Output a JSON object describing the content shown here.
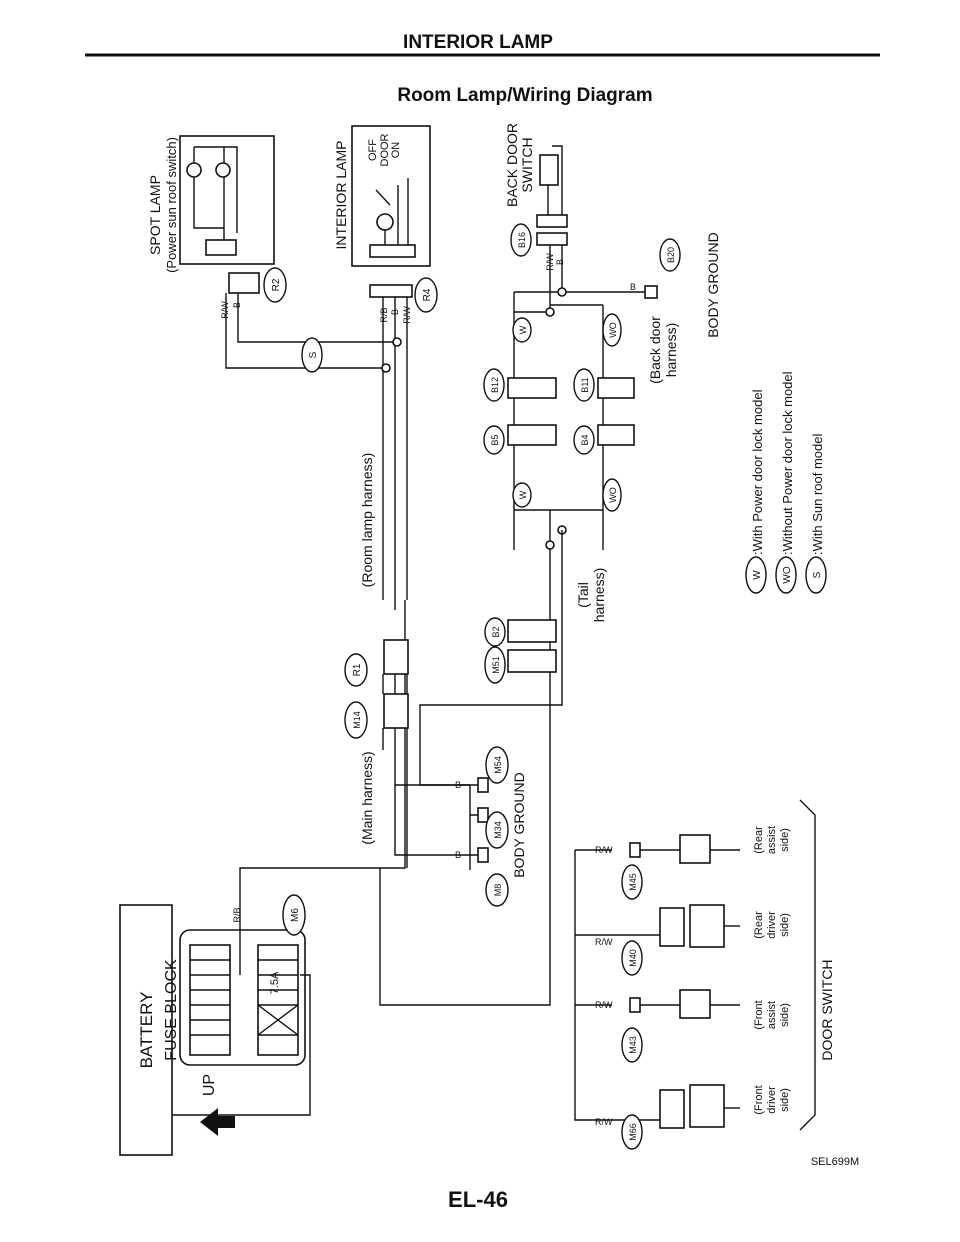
{
  "header": {
    "section_title": "INTERIOR LAMP",
    "diagram_title": "Room Lamp/Wiring Diagram"
  },
  "components": {
    "battery": "BATTERY",
    "fuse_block": "FUSE BLOCK",
    "up": "UP",
    "fuse_rating": "7.5A",
    "spot_lamp": "SPOT LAMP",
    "spot_lamp_note": "(Power sun roof switch)",
    "interior_lamp": "INTERIOR LAMP",
    "switch_positions": [
      "OFF",
      "DOOR",
      "ON"
    ],
    "back_door_switch": [
      "BACK DOOR",
      "SWITCH"
    ],
    "body_ground": "BODY GROUND",
    "door_switch": "DOOR SWITCH"
  },
  "harnesses": {
    "room_lamp": "(Room lamp harness)",
    "main": "(Main harness)",
    "back_door": [
      "(Back door",
      "harness)"
    ],
    "tail": [
      "(Tail",
      "harness)"
    ]
  },
  "connectors": {
    "M6": "M6",
    "R2": "R2",
    "R4": "R4",
    "S": "S",
    "R1": "R1",
    "M14": "M14",
    "M54": "M54",
    "M34": "M34",
    "M8": "M8",
    "B16": "B16",
    "B20": "B20",
    "B12": "B12",
    "B11": "B11",
    "B5": "B5",
    "B4": "B4",
    "W": "W",
    "WO": "WO",
    "B2": "B2",
    "M51": "M51",
    "M45": "M45",
    "M40": "M40",
    "M43": "M43",
    "M66": "M66"
  },
  "wire_colors": {
    "RW": "R/W",
    "B": "B",
    "RB": "R/B"
  },
  "door_positions": [
    [
      "(Rear",
      "assist",
      "side)"
    ],
    [
      "(Rear",
      "driver",
      "side)"
    ],
    [
      "(Front",
      "assist",
      "side)"
    ],
    [
      "(Front",
      "driver",
      "side)"
    ]
  ],
  "legend": [
    {
      "code": "W",
      "text": ":With Power door lock model"
    },
    {
      "code": "WO",
      "text": ":Without Power door lock model"
    },
    {
      "code": "S",
      "text": ":With Sun roof model"
    }
  ],
  "footer": {
    "figure_id": "SEL699M",
    "page_number": "EL-46"
  }
}
